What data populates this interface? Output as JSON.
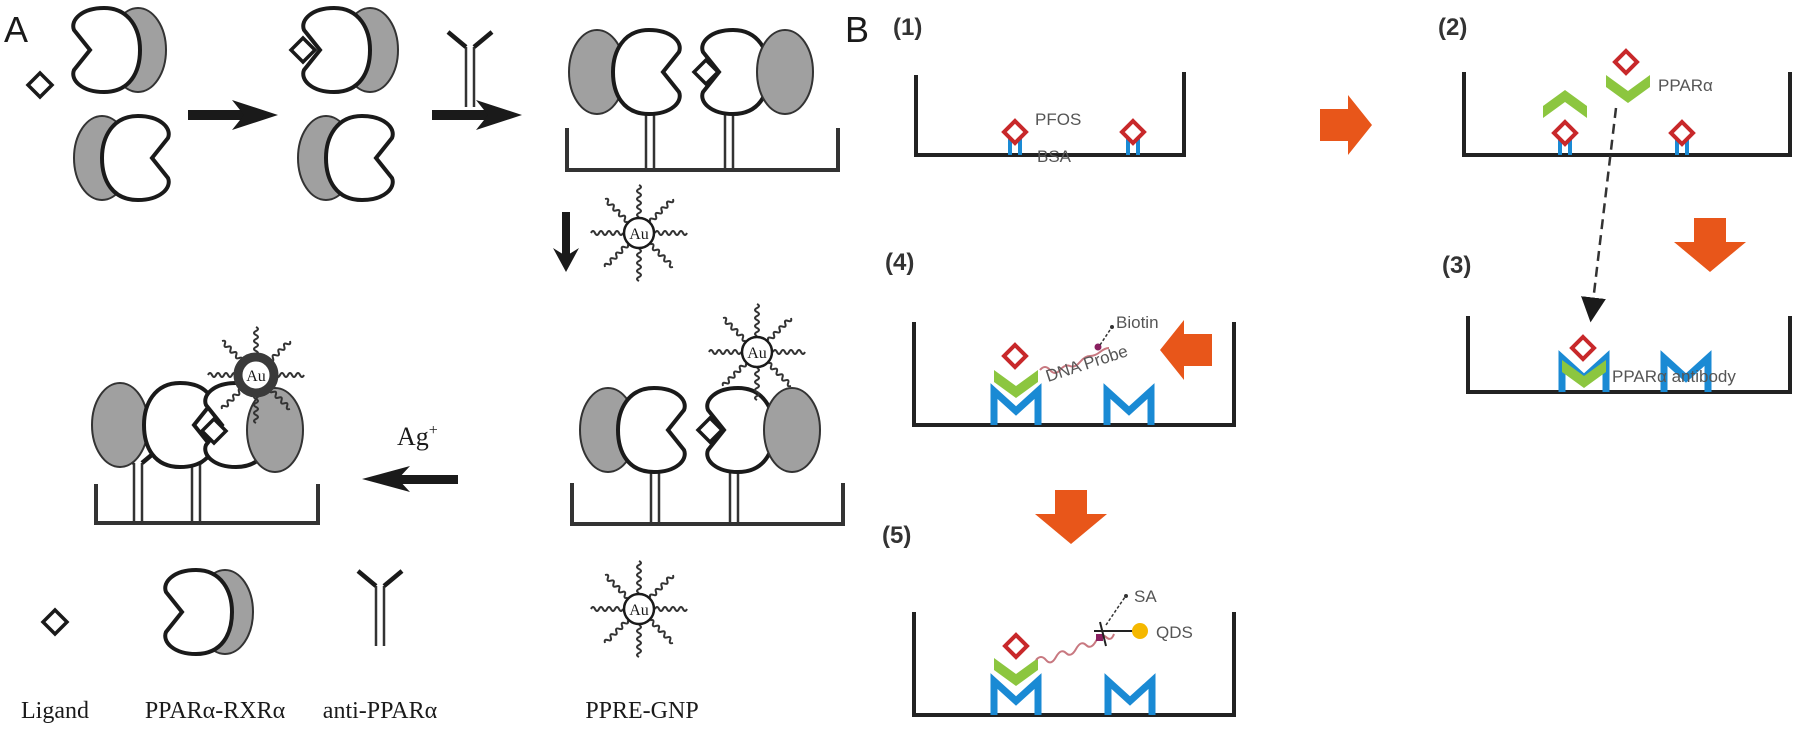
{
  "panel_a": {
    "label": "A",
    "au_label": "Au",
    "ag_label": "Ag",
    "ag_sup": "+",
    "legend": [
      {
        "label": "Ligand",
        "icon": "ligand-diamond"
      },
      {
        "label": "PPARα-RXRα",
        "icon": "receptor-dimer"
      },
      {
        "label": "anti-PPARα",
        "icon": "antibody"
      },
      {
        "label": "PPRE-GNP",
        "icon": "gold-nanoparticle"
      }
    ]
  },
  "panel_b": {
    "label": "B",
    "steps": [
      {
        "number": "(1)",
        "labels": [
          "PFOS",
          "BSA"
        ]
      },
      {
        "number": "(2)",
        "labels": [
          "PPARα"
        ]
      },
      {
        "number": "(3)",
        "labels": [
          "PPARα antibody"
        ]
      },
      {
        "number": "(4)",
        "labels": [
          "Biotin",
          "DNA Probe"
        ]
      },
      {
        "number": "(5)",
        "labels": [
          "SA",
          "QDS"
        ]
      }
    ]
  },
  "colors": {
    "ink": "#1a1a1a",
    "gray_fill": "#a0a0a0",
    "pfos_red": "#c8282a",
    "ppar_green": "#8cc63f",
    "antibody_blue": "#1a8ad4",
    "arrow_orange": "#e8561a",
    "probe_pink": "#c87880",
    "qd_yellow": "#f5b800",
    "label_gray": "#555555"
  }
}
